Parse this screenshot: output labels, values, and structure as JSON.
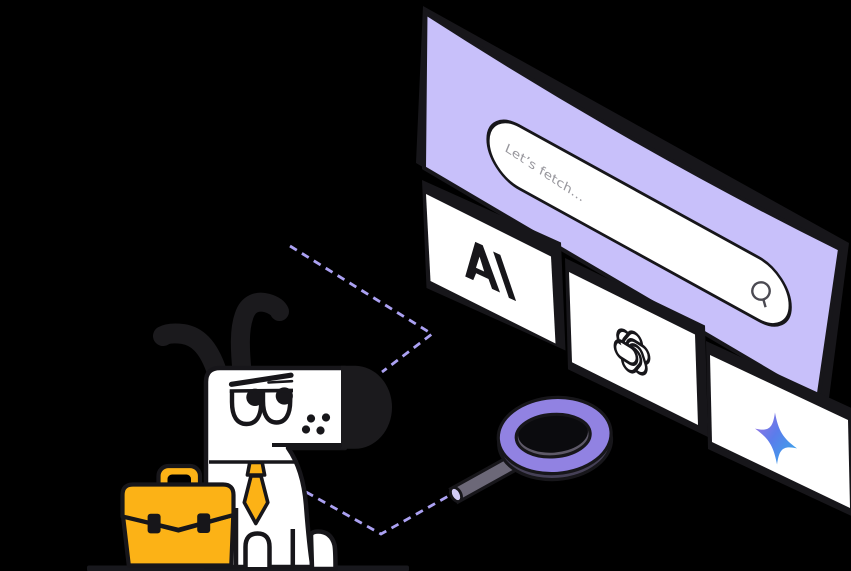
{
  "illustration": {
    "name": "dog-mascot-fetching-ai-search",
    "search": {
      "placeholder": "Let’s fetch...",
      "icon": "search-icon"
    },
    "browser_panel": {
      "icon": "search-window"
    },
    "cards": [
      {
        "icon": "anthropic-logo-icon"
      },
      {
        "icon": "openai-logo-icon"
      },
      {
        "icon": "gemini-logo-icon"
      }
    ],
    "props": {
      "magnifier": "magnifying-glass-icon",
      "briefcase": "briefcase-icon",
      "mascot": "dog-icon"
    }
  },
  "colors": {
    "bg": "#000000",
    "ink": "#17161a",
    "soft": "#1b1a1d",
    "panel": "#c8c0fa",
    "white": "#ffffff",
    "dash": "#aba1f2",
    "ring": "#9182e2",
    "rod": "#6c6878",
    "depth": "#454056",
    "rim": "#5e5968",
    "cap": "#d3cdf6",
    "yellow": "#fcb216",
    "ground": "#18181d",
    "text": "#97969c",
    "icon": "#4b4a52",
    "gem1": "#a873e0",
    "gem2": "#33b0ea",
    "gem_mid": "#5b7ceb"
  }
}
